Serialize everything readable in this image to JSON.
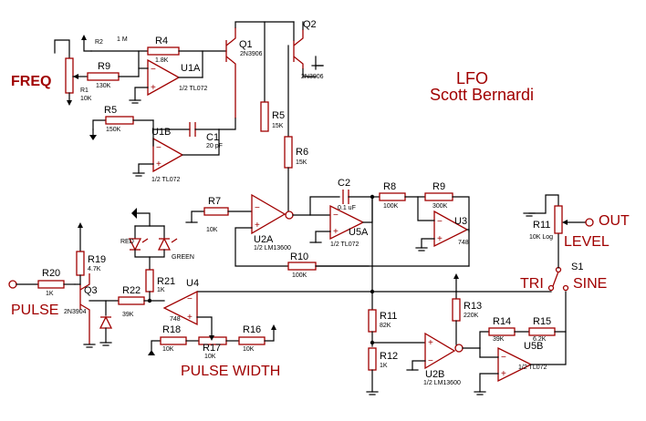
{
  "title": {
    "line1": "LFO",
    "line2": "Scott Bernardi"
  },
  "signals": {
    "freq": "FREQ",
    "pulse": "PULSE",
    "pulse_width": "PULSE WIDTH",
    "tri": "TRI",
    "sine": "SINE",
    "level": "LEVEL",
    "out": "OUT",
    "red": "RED",
    "green": "GREEN"
  },
  "components": {
    "R1": {
      "ref": "R1",
      "value": "10K"
    },
    "R2": {
      "ref": "R2",
      "value": "1 M"
    },
    "R4": {
      "ref": "R4",
      "value": "1.8K"
    },
    "R9a": {
      "ref": "R9",
      "value": "130K"
    },
    "R5a": {
      "ref": "R5",
      "value": "150K"
    },
    "R5b": {
      "ref": "R5",
      "value": "15K"
    },
    "R6": {
      "ref": "R6",
      "value": "15K"
    },
    "R7": {
      "ref": "R7",
      "value": "10K"
    },
    "R8": {
      "ref": "R8",
      "value": "100K"
    },
    "R9b": {
      "ref": "R9",
      "value": "300K"
    },
    "R10": {
      "ref": "R10",
      "value": "100K"
    },
    "R11a": {
      "ref": "R11",
      "value": "10K Log"
    },
    "R11b": {
      "ref": "R11",
      "value": "82K"
    },
    "R12": {
      "ref": "R12",
      "value": "1K"
    },
    "R13": {
      "ref": "R13",
      "value": "220K"
    },
    "R14": {
      "ref": "R14",
      "value": "39K"
    },
    "R15": {
      "ref": "R15",
      "value": "6.2K"
    },
    "R16": {
      "ref": "R16",
      "value": "10K"
    },
    "R17": {
      "ref": "R17",
      "value": "10K"
    },
    "R18": {
      "ref": "R18",
      "value": "10K"
    },
    "R19": {
      "ref": "R19",
      "value": "4.7K"
    },
    "R20": {
      "ref": "R20",
      "value": "1K"
    },
    "R21": {
      "ref": "R21",
      "value": "1K"
    },
    "R22": {
      "ref": "R22",
      "value": "39K"
    },
    "C1": {
      "ref": "C1",
      "value": "20 pF"
    },
    "C2": {
      "ref": "C2",
      "value": "0.1 uF"
    },
    "Q1": {
      "ref": "Q1",
      "value": "2N3906"
    },
    "Q2": {
      "ref": "Q2",
      "value": "2N3906"
    },
    "Q3": {
      "ref": "Q3",
      "value": "2N3904"
    },
    "U1A": {
      "ref": "U1A",
      "value": "1/2 TL072"
    },
    "U1B": {
      "ref": "U1B",
      "value": "1/2 TL072"
    },
    "U2A": {
      "ref": "U2A",
      "value": "1/2 LM13600"
    },
    "U2B": {
      "ref": "U2B",
      "value": "1/2 LM13600"
    },
    "U3": {
      "ref": "U3",
      "value": "748"
    },
    "U4": {
      "ref": "U4",
      "value": "748"
    },
    "U5A": {
      "ref": "U5A",
      "value": "1/2 TL072"
    },
    "U5B": {
      "ref": "U5B",
      "value": "1/2 TL072"
    },
    "S1": {
      "ref": "S1"
    }
  }
}
